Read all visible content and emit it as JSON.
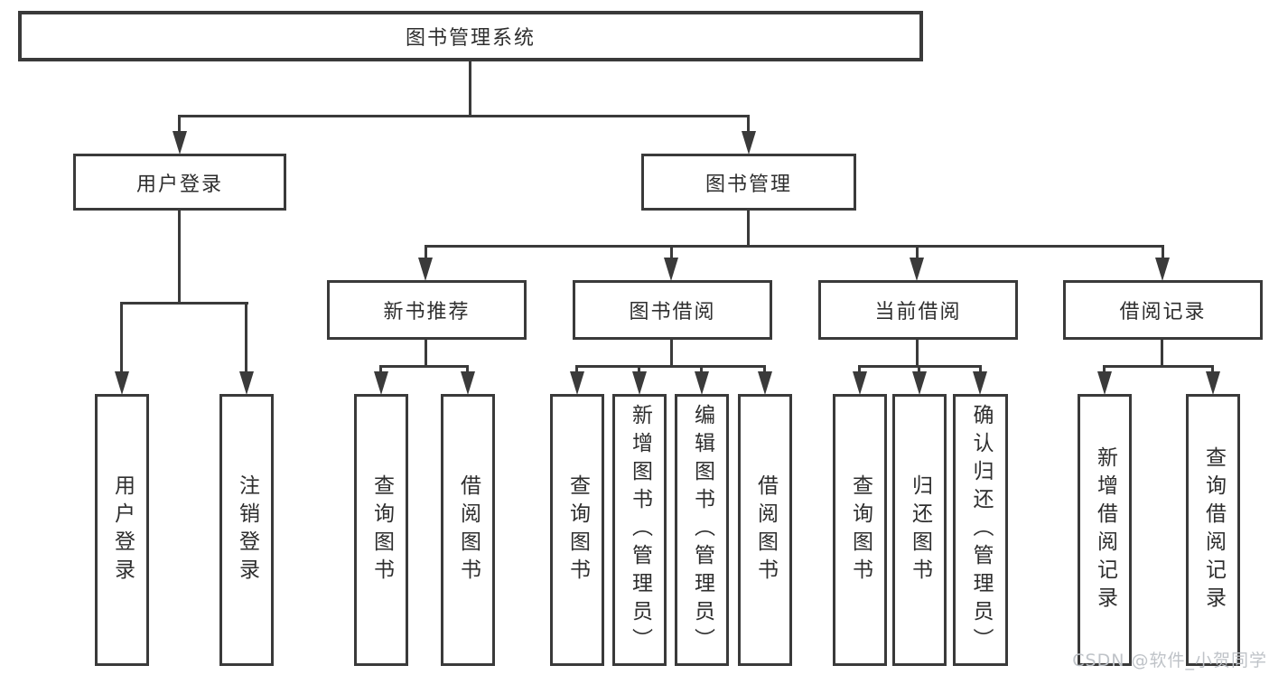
{
  "colors": {
    "line": "#3a3a3a",
    "text": "#2e2e2e",
    "watermark": "#bfc3c8",
    "background": "#ffffff"
  },
  "watermark": {
    "text": "CSDN @软件_小贺同学"
  },
  "nodes": {
    "root": "图书管理系统",
    "userLogin": "用户登录",
    "bookManagement": "图书管理",
    "newBookRecommend": "新书推荐",
    "bookBorrowing": "图书借阅",
    "currentBorrowing": "当前借阅",
    "borrowRecords": "借阅记录",
    "leafUserLogin": "用户登录",
    "leafLogout": "注销登录",
    "leafQueryBooks1": "查询图书",
    "leafBorrowBooks1": "借阅图书",
    "leafQueryBooks2": "查询图书",
    "leafAddBooksAdmin": "新增图书（管理员）",
    "leafEditBooksAdmin": "编辑图书（管理员）",
    "leafBorrowBooks2": "借阅图书",
    "leafQueryBooks3": "查询图书",
    "leafReturnBooks": "归还图书",
    "leafConfirmReturnAdmin": "确认归还（管理员）",
    "leafAddBorrowRecord": "新增借阅记录",
    "leafQueryBorrowRecord": "查询借阅记录"
  }
}
